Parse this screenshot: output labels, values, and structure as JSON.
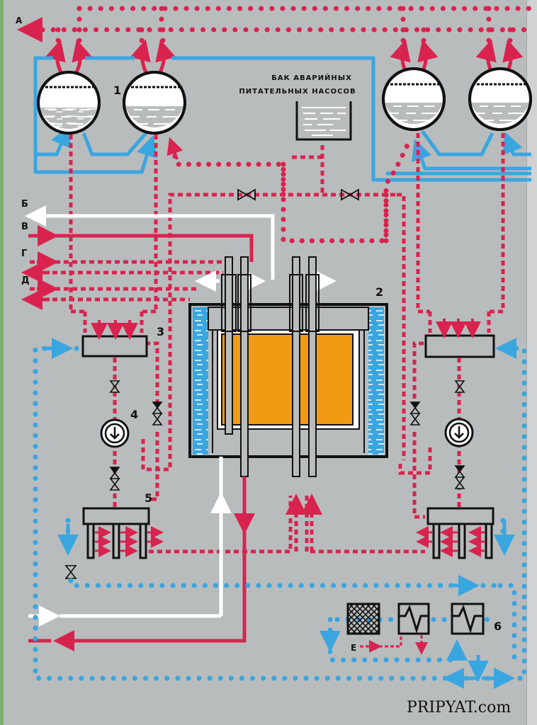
{
  "diagram": {
    "title_line1": "БАК АВАРИЙНЫХ",
    "title_line2": "ПИТАТЕЛЬНЫХ НАСОСОВ",
    "line_labels": {
      "A": "А",
      "B": "Б",
      "V": "В",
      "G": "Г",
      "D": "Д",
      "E": "Е"
    },
    "component_numbers": {
      "drum_separators": "1",
      "reactor": "2",
      "suction_header": "3",
      "main_circulation_pump": "4",
      "pressure_header": "5",
      "heat_exchangers": "6"
    },
    "colors": {
      "background": "#b9bcbd",
      "steam_water_red": "#d9234f",
      "feedwater_blue": "#3aa6e0",
      "core_orange": "#f39a14",
      "white_line": "#ffffff",
      "outline_black": "#111111"
    },
    "watermark": "PRIPYAT.com"
  }
}
